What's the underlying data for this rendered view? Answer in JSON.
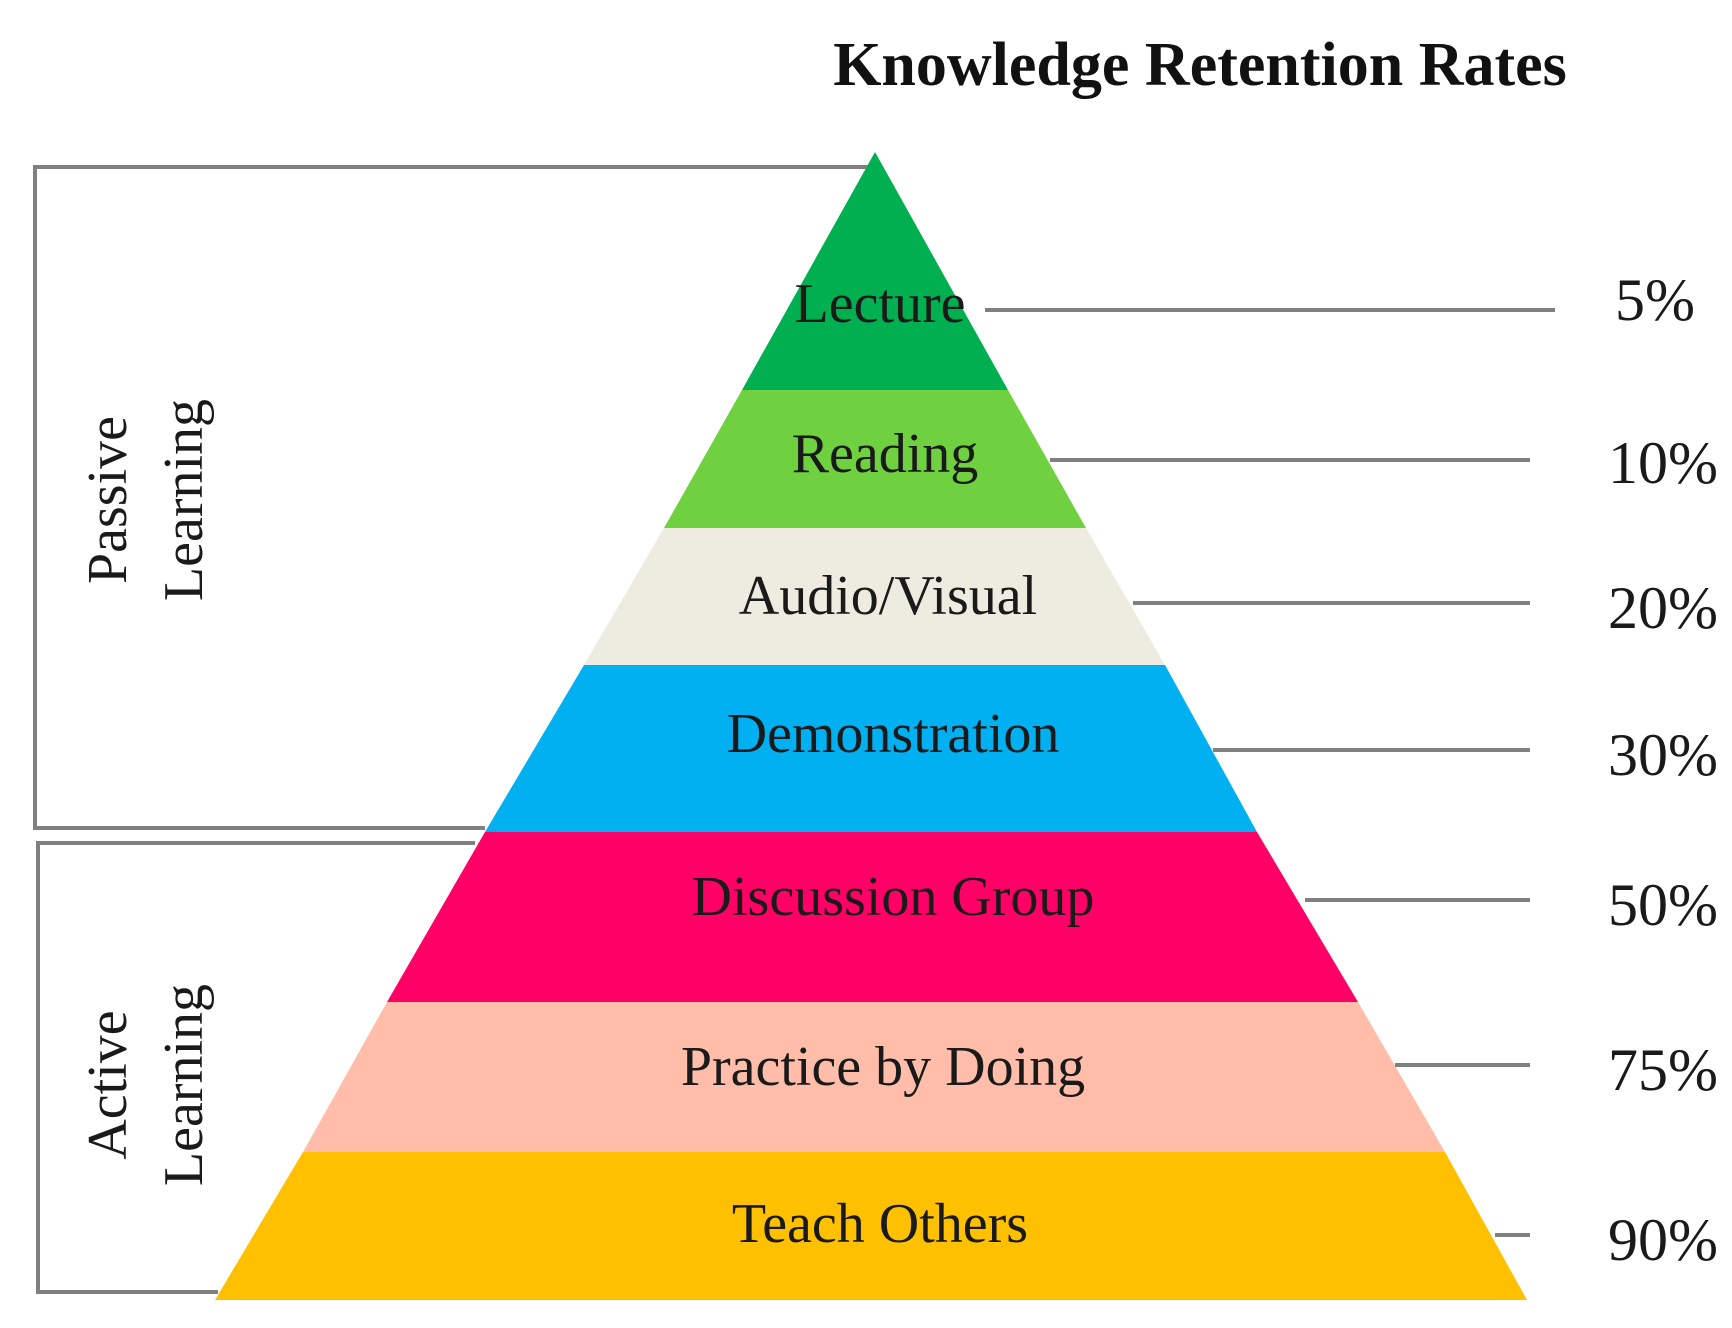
{
  "title": "Knowledge Retention Rates",
  "groups": [
    {
      "label_line1": "Passive",
      "label_line2": "Learning"
    },
    {
      "label_line1": "Active",
      "label_line2": "Learning"
    }
  ],
  "layers": [
    {
      "label": "Lecture",
      "percent": "5%",
      "color": "#00B050"
    },
    {
      "label": "Reading",
      "percent": "10%",
      "color": "#6FD13F"
    },
    {
      "label": "Audio/Visual",
      "percent": "20%",
      "color": "#EEECE1"
    },
    {
      "label": "Demonstration",
      "percent": "30%",
      "color": "#00B0F0"
    },
    {
      "label": "Discussion Group",
      "percent": "50%",
      "color": "#FF0066"
    },
    {
      "label": "Practice by Doing",
      "percent": "75%",
      "color": "#FFBDAA"
    },
    {
      "label": "Teach Others",
      "percent": "90%",
      "color": "#FFC000"
    }
  ]
}
